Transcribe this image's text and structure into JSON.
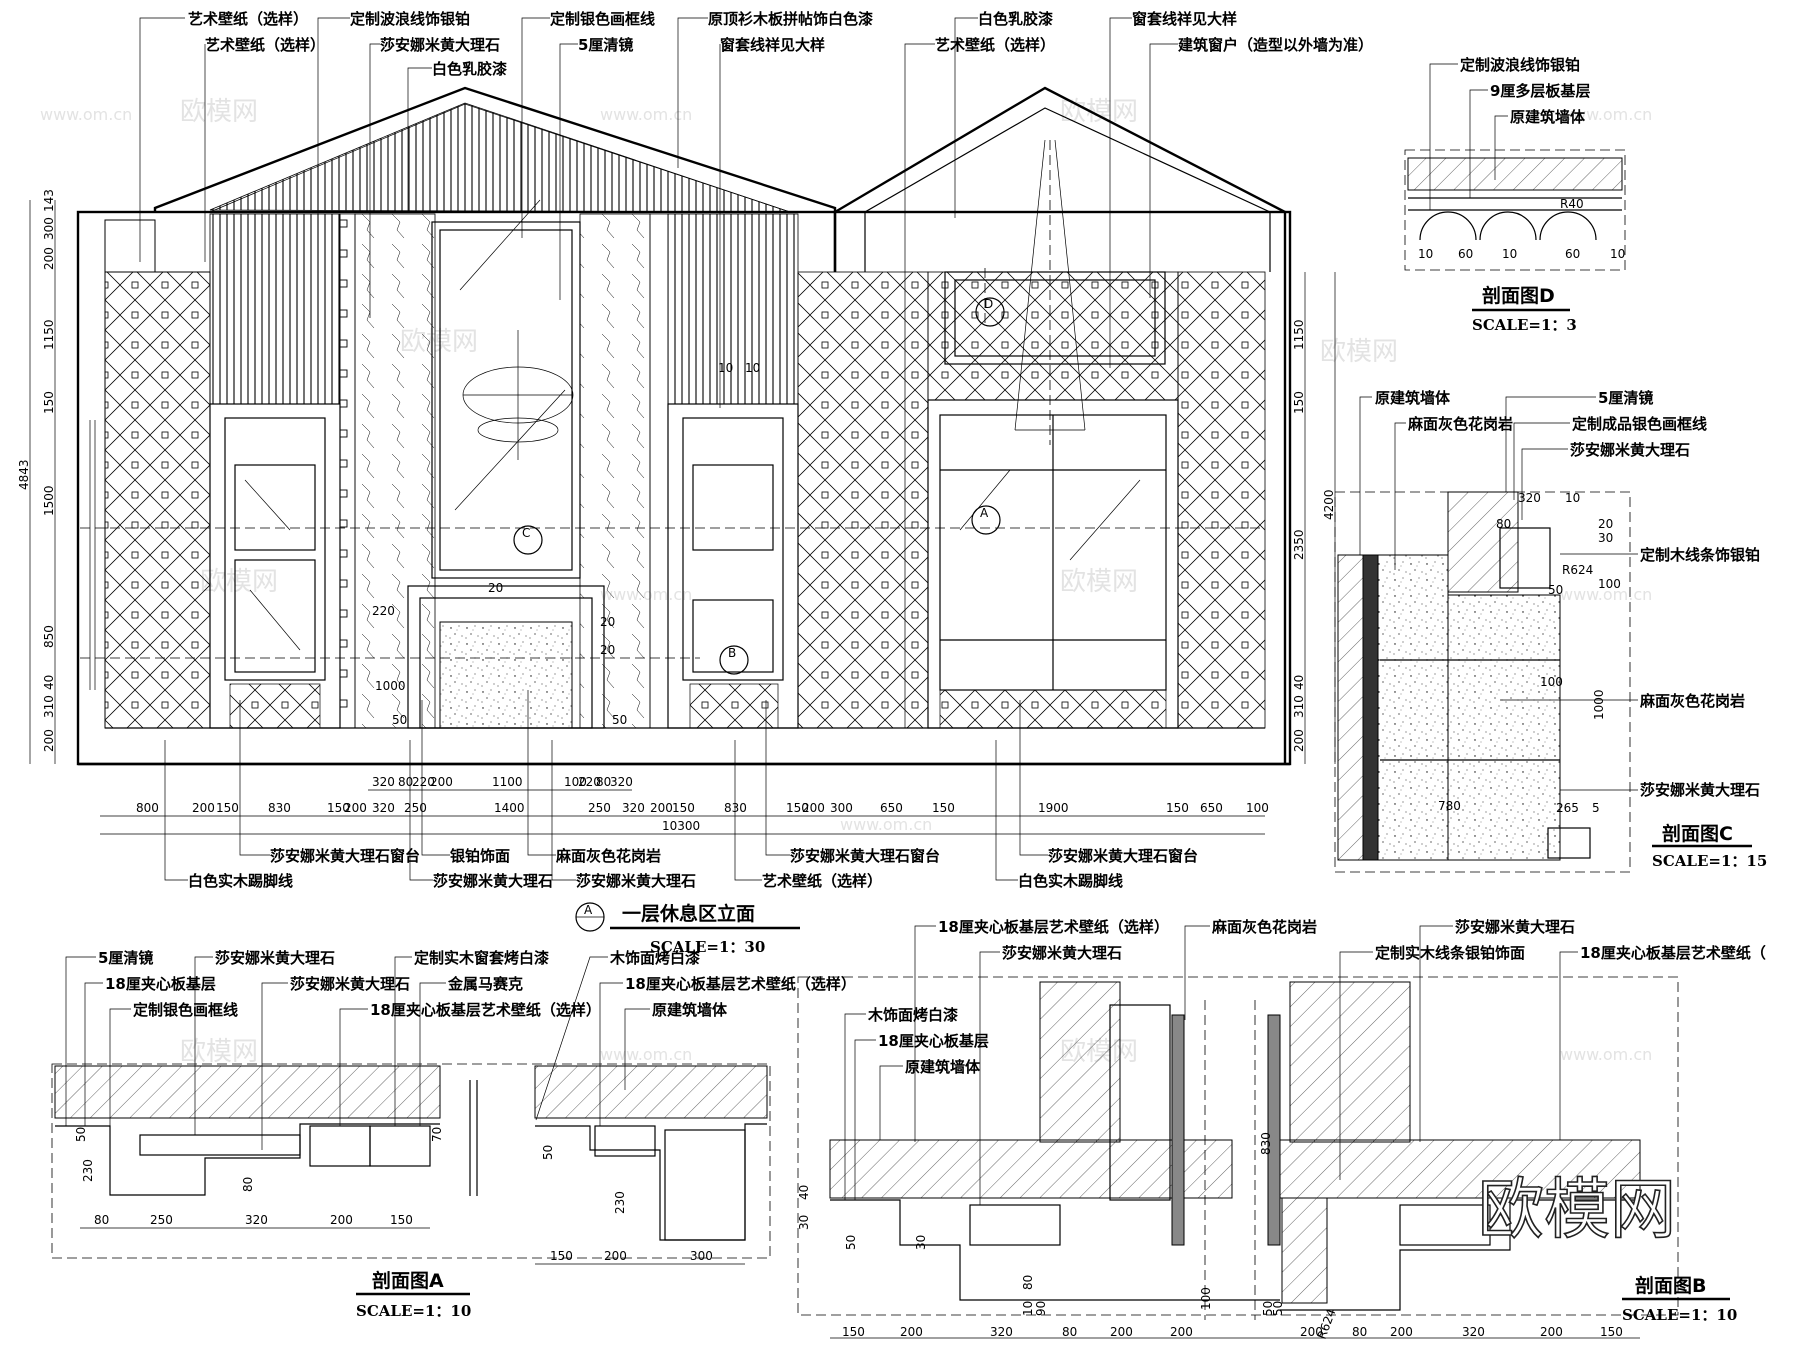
{
  "elevation": {
    "top_callouts": [
      "艺术壁纸（选样）",
      "定制波浪线饰银铂",
      "艺术壁纸（选样）",
      "莎安娜米黄大理石",
      "白色乳胶漆",
      "定制银色画框线",
      "5厘清镜",
      "原顶衫木板拼帖饰白色漆",
      "窗套线祥见大样",
      "白色乳胶漆",
      "艺术壁纸（选样）",
      "窗套线祥见大样",
      "建筑窗户（造型以外墙为准）"
    ],
    "bottom_callouts": [
      "莎安娜米黄大理石窗台",
      "银铂饰面",
      "麻面灰色花岗岩",
      "莎安娜米黄大理石窗台",
      "莎安娜米黄大理石窗台",
      "白色实木踢脚线",
      "莎安娜米黄大理石",
      "莎安娜米黄大理石",
      "艺术壁纸（选样）",
      "白色实木踢脚线"
    ],
    "left_dims": [
      "200",
      "300",
      "143",
      "1150",
      "150",
      "1500",
      "850",
      "310",
      "40",
      "200",
      "4843"
    ],
    "right_dims": [
      "1150",
      "150",
      "2350",
      "4200",
      "310",
      "40",
      "200"
    ],
    "bottom_dims_row1": [
      "800",
      "200",
      "150",
      "830",
      "150",
      "200",
      "320",
      "250",
      "1400",
      "250",
      "320",
      "200",
      "150",
      "830",
      "150",
      "200",
      "300",
      "650",
      "150",
      "1900",
      "150",
      "650",
      "100"
    ],
    "bottom_dims_top": [
      "320",
      "80",
      "220",
      "200",
      "1100",
      "100",
      "220",
      "80",
      "320"
    ],
    "total_width": "10300",
    "markers": [
      "A",
      "B",
      "C",
      "D"
    ],
    "inline_dims": [
      "20",
      "220",
      "20",
      "20",
      "1000",
      "50",
      "50",
      "10",
      "10"
    ],
    "title_marker": "A",
    "title": "一层休息区立面",
    "scale": "SCALE=1：30"
  },
  "section_d": {
    "callouts": [
      "定制波浪线饰银铂",
      "9厘多层板基层",
      "原建筑墙体"
    ],
    "dims": [
      "10",
      "60",
      "10",
      "60",
      "10",
      "R40"
    ],
    "title": "剖面图D",
    "scale": "SCALE=1：3"
  },
  "section_c": {
    "callouts_left": [
      "原建筑墙体",
      "麻面灰色花岗岩"
    ],
    "callouts_right": [
      "5厘清镜",
      "定制成品银色画框线",
      "莎安娜米黄大理石",
      "定制木线条饰银铂",
      "麻面灰色花岗岩",
      "莎安娜米黄大理石"
    ],
    "dims": [
      "320",
      "10",
      "80",
      "20",
      "30",
      "R624",
      "100",
      "50",
      "100",
      "1000",
      "780",
      "265",
      "5"
    ],
    "title": "剖面图C",
    "scale": "SCALE=1：15"
  },
  "section_a": {
    "callouts": [
      "5厘清镜",
      "莎安娜米黄大理石",
      "定制实木窗套烤白漆",
      "木饰面烤白漆",
      "18厘夹心板基层",
      "莎安娜米黄大理石",
      "金属马赛克",
      "18厘夹心板基层艺术壁纸（选样）",
      "定制银色画框线",
      "18厘夹心板基层艺术壁纸（选样）",
      "原建筑墙体"
    ],
    "dims_bottom": [
      "80",
      "250",
      "320",
      "200",
      "150"
    ],
    "dims_bottom2": [
      "150",
      "200",
      "300"
    ],
    "dims_side": [
      "50",
      "230",
      "80",
      "70",
      "50",
      "230"
    ],
    "title": "剖面图A",
    "scale": "SCALE=1：10"
  },
  "section_b": {
    "callouts": [
      "18厘夹心板基层艺术壁纸（选样）",
      "麻面灰色花岗岩",
      "莎安娜米黄大理石",
      "莎安娜米黄大理石",
      "定制实木线条银铂饰面",
      "18厘夹心板基层艺术壁纸（",
      "木饰面烤白漆",
      "18厘夹心板基层",
      "原建筑墙体"
    ],
    "dims_bottom": [
      "150",
      "200",
      "320",
      "80",
      "200",
      "200",
      "200",
      "80",
      "200",
      "320",
      "200",
      "150"
    ],
    "dims_side": [
      "830",
      "30",
      "40",
      "50",
      "30",
      "80",
      "10",
      "90",
      "100",
      "50",
      "50",
      "R624"
    ],
    "title": "剖面图B",
    "scale": "SCALE=1：10"
  },
  "watermarks": [
    "欧模网",
    "www.om.cn"
  ],
  "brand_logo": "欧模网"
}
